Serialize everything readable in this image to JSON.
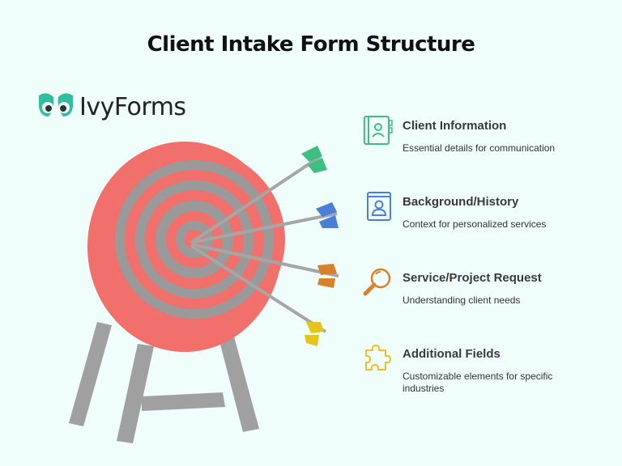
{
  "title": "Client Intake Form Structure",
  "logo": {
    "text": "IvyForms",
    "icon": "owl-eyes-icon",
    "color": "#2fbfa0"
  },
  "items": [
    {
      "title": "Client Information",
      "description": "Essential details for communication",
      "icon": "contact-book-icon",
      "color": "#3fbf7f",
      "arrow_color": "#3fbf7f"
    },
    {
      "title": "Background/History",
      "description": "Context for personalized services",
      "icon": "user-profile-icon",
      "color": "#4a7fd8",
      "arrow_color": "#4a7fd8"
    },
    {
      "title": "Service/Project Request",
      "description": "Understanding client needs",
      "icon": "magnifier-icon",
      "color": "#d9822b",
      "arrow_color": "#d9822b"
    },
    {
      "title": "Additional Fields",
      "description": "Customizable elements for specific industries",
      "icon": "puzzle-icon",
      "color": "#e6c420",
      "arrow_color": "#e6c420"
    }
  ],
  "colors": {
    "target_red": "#f2706b",
    "target_gray": "#9a9a9a",
    "stand": "#a0a0a0",
    "background": "#effdfb"
  }
}
